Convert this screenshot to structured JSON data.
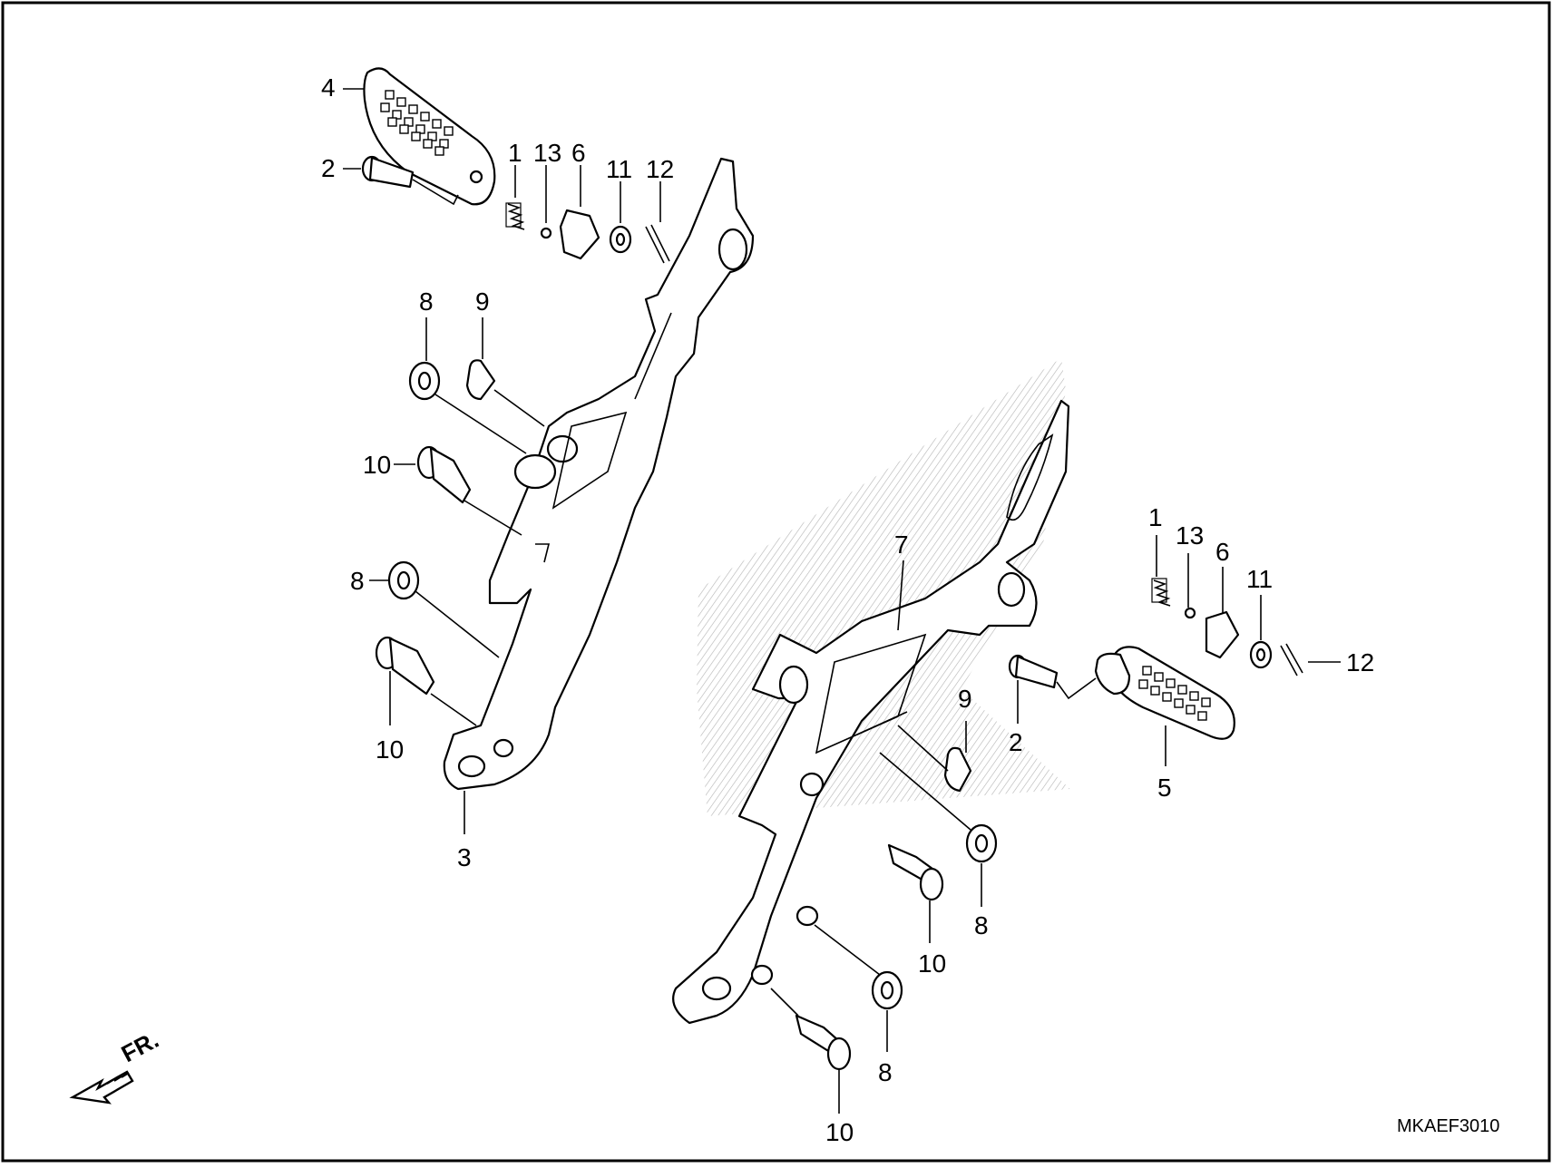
{
  "diagram": {
    "code": "MKAEF3010",
    "direction_label": "FR.",
    "callouts": {
      "c4": "4",
      "c2a": "2",
      "c1a": "1",
      "c13a": "13",
      "c6a": "6",
      "c11a": "11",
      "c12a": "12",
      "c8a": "8",
      "c9a": "9",
      "c10a": "10",
      "c8b": "8",
      "c10b": "10",
      "c3": "3",
      "c7": "7",
      "c1b": "1",
      "c13b": "13",
      "c6b": "6",
      "c11b": "11",
      "c12b": "12",
      "c2b": "2",
      "c5": "5",
      "c9b": "9",
      "c8c": "8",
      "c10c": "10",
      "c8d": "8",
      "c10d": "10"
    }
  },
  "colors": {
    "line": "#000000",
    "background": "#ffffff",
    "hatch": "#9a9a9a"
  }
}
